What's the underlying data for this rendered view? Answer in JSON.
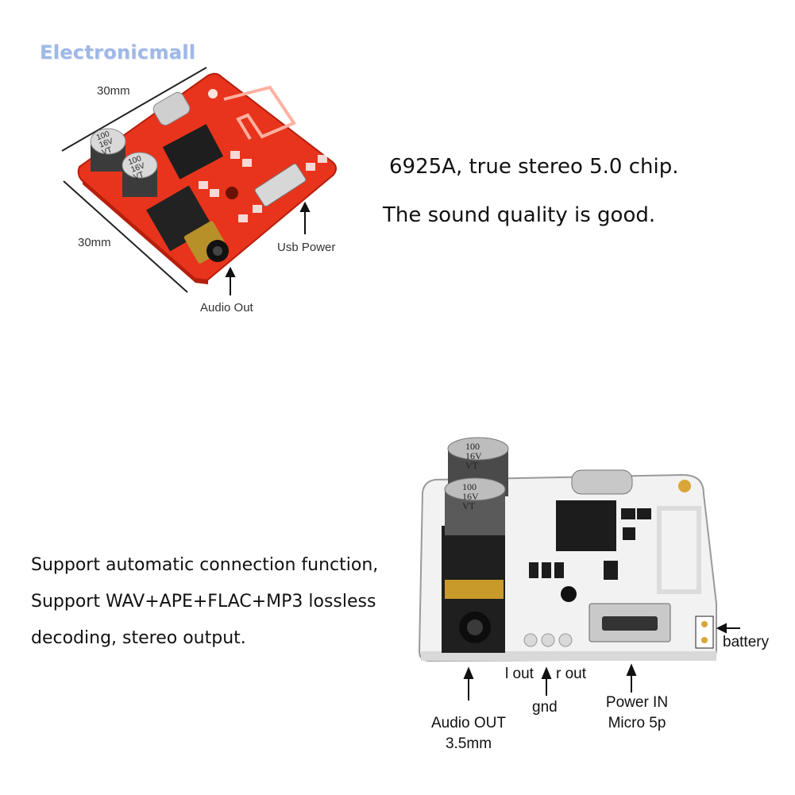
{
  "watermark": "Electronicmall",
  "top_board": {
    "dim_top": "30mm",
    "dim_side": "30mm",
    "label_usb": "Usb Power",
    "label_audio": "Audio Out",
    "cap1_text": [
      "100",
      "16V",
      "VT"
    ],
    "cap2_text": [
      "100",
      "16V",
      "VT"
    ]
  },
  "description": {
    "line1": "6925A, true stereo 5.0 chip.",
    "line2": "The sound quality is good."
  },
  "features": {
    "line1": "Support automatic connection function,",
    "line2": "Support WAV+APE+FLAC+MP3 lossless",
    "line3": "decoding, stereo output."
  },
  "bottom_board": {
    "cap1_text": [
      "100",
      "16V",
      "VT"
    ],
    "cap2_text": [
      "100",
      "16V",
      "VT"
    ],
    "label_battery": "battery",
    "label_lout": "l out",
    "label_rout": "r out",
    "label_gnd": "gnd",
    "label_power_line1": "Power IN",
    "label_power_line2": "Micro 5p",
    "label_audio_line1": "Audio OUT",
    "label_audio_line2": "3.5mm"
  },
  "colors": {
    "red_pcb": "#e8341c",
    "white_pcb": "#f2f2f2",
    "watermark": "#9fb8e6"
  }
}
